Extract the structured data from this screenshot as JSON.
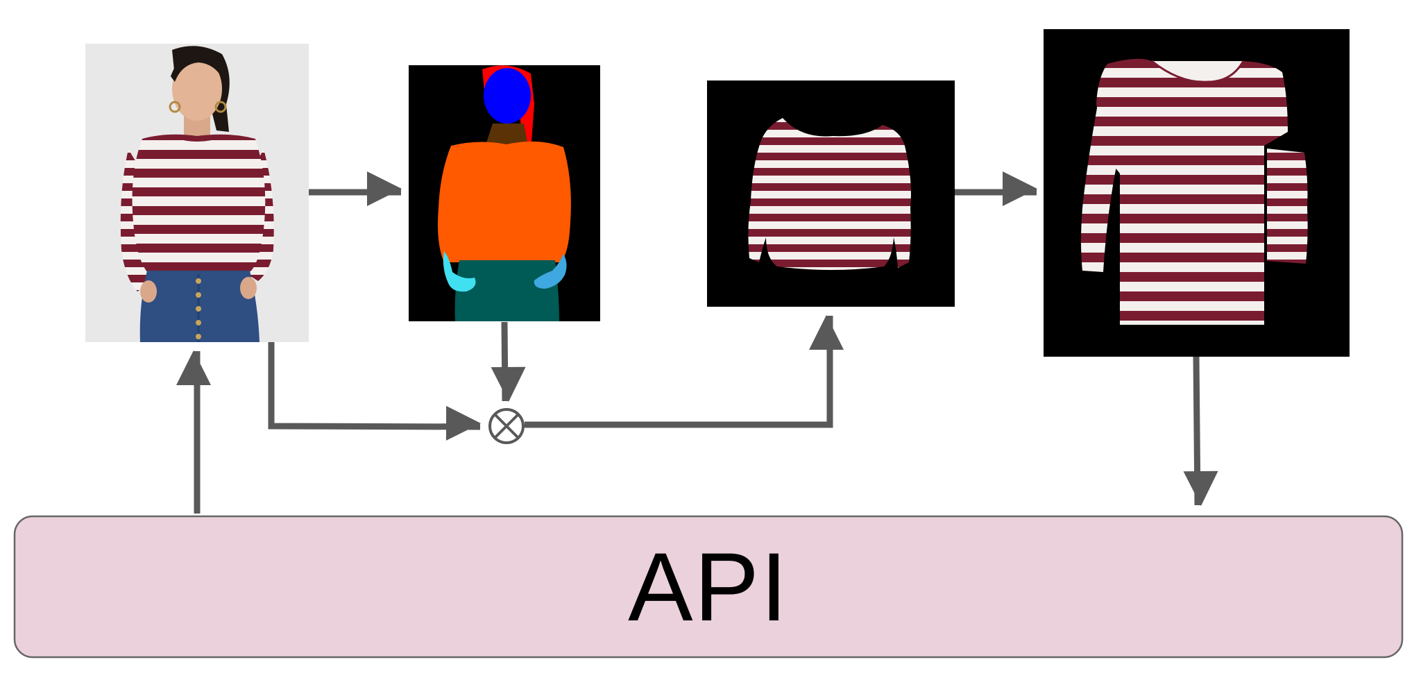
{
  "api_box": {
    "label": "API"
  },
  "colors": {
    "api_fill": "#ebd1dc",
    "api_stroke": "#666666",
    "arrow": "#595959",
    "stripe_maroon": "#7a1c30",
    "stripe_white": "#f4f0ee",
    "photo_background": "#e8e8e8",
    "mask_hair": "#ff0000",
    "mask_face": "#0000ff",
    "mask_neck": "#5a3205",
    "mask_top": "#ff5a00",
    "mask_pants": "#005a55",
    "mask_left_arm": "#40e0f0",
    "mask_right_arm": "#3fa8e0"
  },
  "nodes": [
    {
      "id": "model-photo",
      "icon": "person-photo"
    },
    {
      "id": "segmentation-mask",
      "icon": "color-segmentation"
    },
    {
      "id": "masked-garment",
      "icon": "garment-cutout"
    },
    {
      "id": "generated-flat-garment",
      "icon": "flat-garment"
    }
  ],
  "operator": {
    "icon": "multiply-circle-icon"
  }
}
